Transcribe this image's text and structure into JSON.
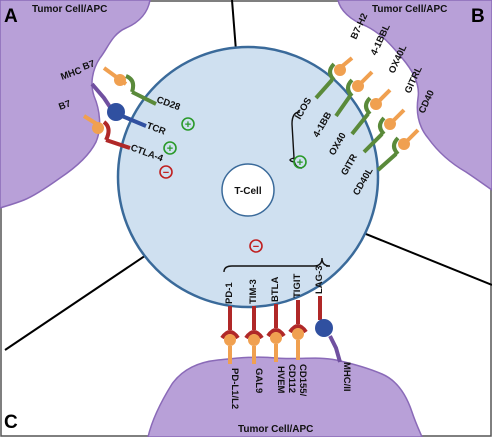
{
  "panels": {
    "a": "A",
    "b": "B",
    "c": "C"
  },
  "tcell_label": "T-Cell",
  "apc_label": "Tumor Cell/APC",
  "panel_a": {
    "ligands": [
      "B7",
      "MHC",
      "B7"
    ],
    "receptors": [
      "CD28",
      "TCR",
      "CTLA-4"
    ]
  },
  "panel_b": {
    "ligands": [
      "B7-H2",
      "4-1BBL",
      "OX40L",
      "GITRL",
      "CD40"
    ],
    "receptors": [
      "ICOS",
      "4-1BB",
      "OX40",
      "GITR",
      "CD40L"
    ]
  },
  "panel_c": {
    "receptors": [
      "PD-1",
      "TIM-3",
      "BTLA",
      "TIGIT",
      "LAG-3"
    ],
    "ligands": [
      "PD-L1/L2",
      "GAL9",
      "HVEM",
      "CD155/\nCD112",
      "MHC/II"
    ]
  },
  "signals": {
    "plus": "+",
    "minus": "−"
  },
  "colors": {
    "tcell_fill": "#cfe0f0",
    "tcell_stroke": "#3a6a9a",
    "apc_fill": "#b8a0d8",
    "apc_stroke": "#8a6ab8",
    "ligand_orange": "#f0a050",
    "costim_green": "#5a8a3a",
    "coinhib_red": "#b02828",
    "tcr_blue": "#3050a0",
    "mhc_purple": "#7050a0",
    "plus_green": "#2a9a2a",
    "minus_red": "#c02020"
  }
}
